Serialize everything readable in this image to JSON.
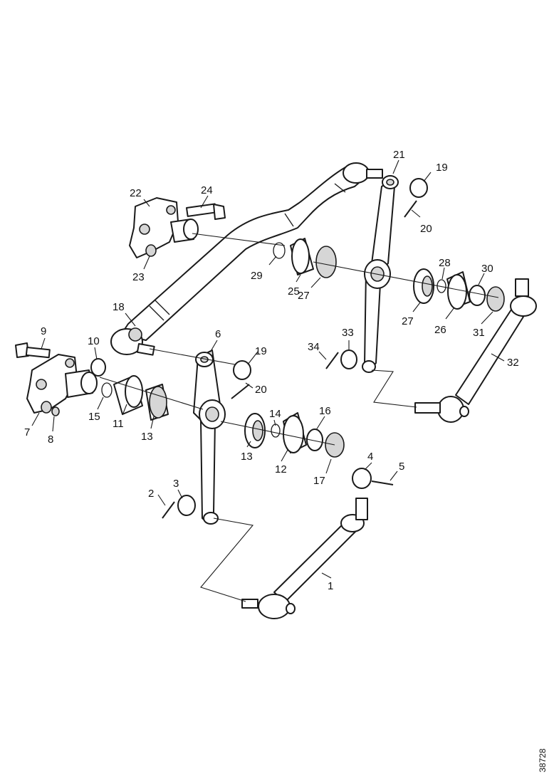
{
  "diagram": {
    "callouts": [
      {
        "id": "p1",
        "label": "1"
      },
      {
        "id": "p2",
        "label": "2"
      },
      {
        "id": "p3",
        "label": "3"
      },
      {
        "id": "p4",
        "label": "4"
      },
      {
        "id": "p5",
        "label": "5"
      },
      {
        "id": "p6",
        "label": "6"
      },
      {
        "id": "p7",
        "label": "7"
      },
      {
        "id": "p8",
        "label": "8"
      },
      {
        "id": "p9",
        "label": "9"
      },
      {
        "id": "p10",
        "label": "10"
      },
      {
        "id": "p11",
        "label": "11"
      },
      {
        "id": "p12",
        "label": "12"
      },
      {
        "id": "p13a",
        "label": "13"
      },
      {
        "id": "p13b",
        "label": "13"
      },
      {
        "id": "p14",
        "label": "14"
      },
      {
        "id": "p15",
        "label": "15"
      },
      {
        "id": "p16",
        "label": "16"
      },
      {
        "id": "p17",
        "label": "17"
      },
      {
        "id": "p18",
        "label": "18"
      },
      {
        "id": "p19a",
        "label": "19"
      },
      {
        "id": "p19b",
        "label": "19"
      },
      {
        "id": "p20a",
        "label": "20"
      },
      {
        "id": "p20b",
        "label": "20"
      },
      {
        "id": "p21",
        "label": "21"
      },
      {
        "id": "p22",
        "label": "22"
      },
      {
        "id": "p23",
        "label": "23"
      },
      {
        "id": "p24",
        "label": "24"
      },
      {
        "id": "p25",
        "label": "25"
      },
      {
        "id": "p26",
        "label": "26"
      },
      {
        "id": "p27a",
        "label": "27"
      },
      {
        "id": "p27b",
        "label": "27"
      },
      {
        "id": "p28",
        "label": "28"
      },
      {
        "id": "p29",
        "label": "29"
      },
      {
        "id": "p30",
        "label": "30"
      },
      {
        "id": "p31",
        "label": "31"
      },
      {
        "id": "p32",
        "label": "32"
      },
      {
        "id": "p33",
        "label": "33"
      },
      {
        "id": "p34",
        "label": "34"
      }
    ],
    "reference_number": "38728"
  }
}
